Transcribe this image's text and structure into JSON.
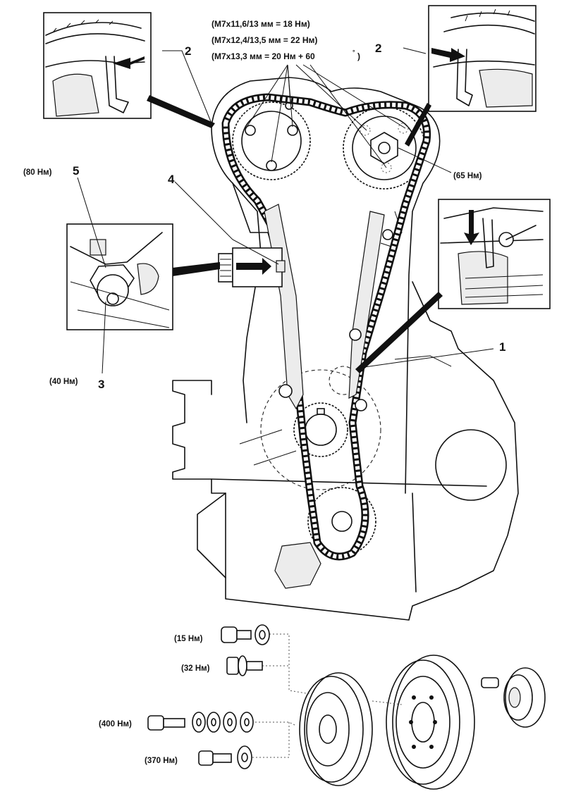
{
  "torque_spec_lines": [
    "(M7x11,6/13 мм = 18 Нм)",
    "(M7x12,4/13,5 мм = 22 Нм)",
    "(M7x13,3 мм = 20 Нм + 60",
    "°",
    ")"
  ],
  "callouts": {
    "label_1": "1",
    "label_2_left": "2",
    "label_2_right": "2",
    "label_3": "3",
    "label_4": "4",
    "label_5": "5"
  },
  "torques": {
    "cam_bolt": "(65 Нм)",
    "tensioner_plug": "(80 Нм)",
    "tensioner_bolt": "(40 Нм)",
    "bolt_small": "(15 Нм)",
    "bolt_flange": "(32 Нм)",
    "crank_bolt_a": "(400 Нм)",
    "crank_bolt_b": "(370 Нм)"
  }
}
